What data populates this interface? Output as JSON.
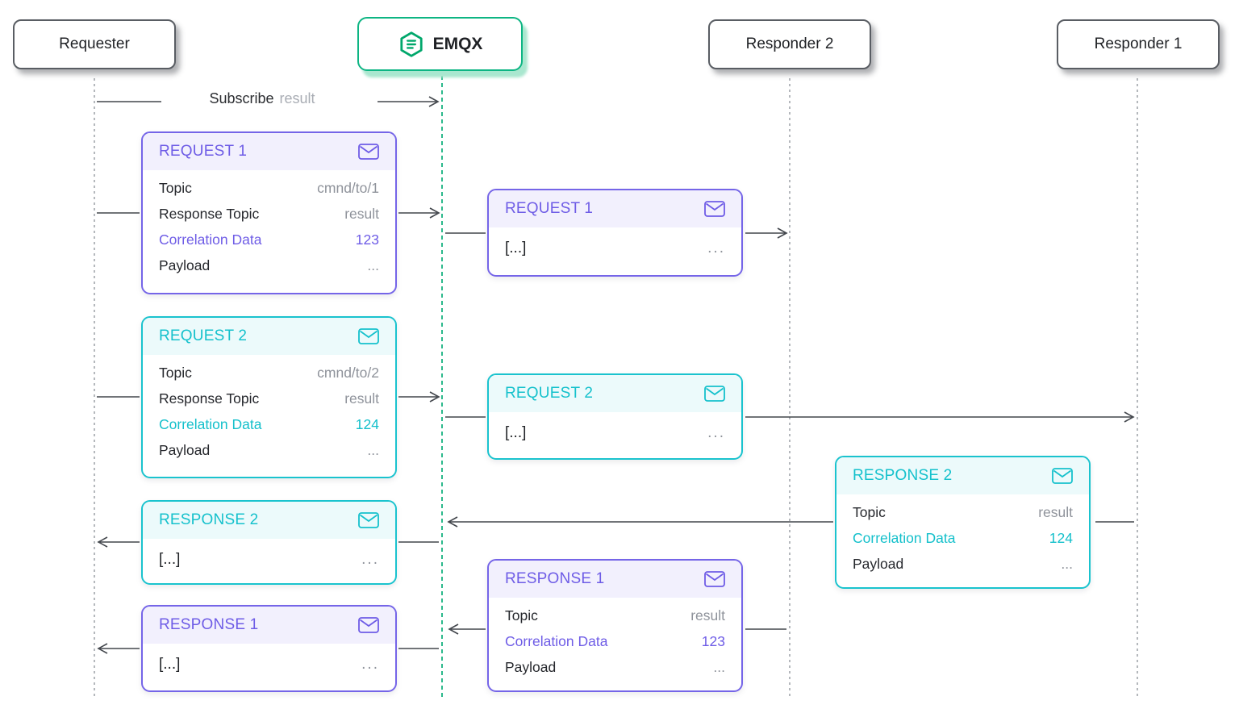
{
  "actors": {
    "requester": "Requester",
    "emqx": "EMQX",
    "responder2": "Responder 2",
    "responder1": "Responder 1"
  },
  "subscribe": {
    "action": "Subscribe",
    "topic": "result"
  },
  "cards": {
    "request1_full": {
      "title": "REQUEST 1",
      "rows": [
        {
          "label": "Topic",
          "value": "cmnd/to/1"
        },
        {
          "label": "Response Topic",
          "value": "result"
        },
        {
          "label": "Correlation Data",
          "value": "123"
        },
        {
          "label": "Payload",
          "value": "..."
        }
      ]
    },
    "request2_full": {
      "title": "REQUEST 2",
      "rows": [
        {
          "label": "Topic",
          "value": "cmnd/to/2"
        },
        {
          "label": "Response Topic",
          "value": "result"
        },
        {
          "label": "Correlation Data",
          "value": "124"
        },
        {
          "label": "Payload",
          "value": "..."
        }
      ]
    },
    "request1_mini": {
      "title": "REQUEST 1",
      "body": "[...]",
      "more": "..."
    },
    "request2_mini": {
      "title": "REQUEST 2",
      "body": "[...]",
      "more": "..."
    },
    "response2_mini": {
      "title": "RESPONSE 2",
      "body": "[...]",
      "more": "..."
    },
    "response1_mini": {
      "title": "RESPONSE 1",
      "body": "[...]",
      "more": "..."
    },
    "response2_full": {
      "title": "RESPONSE 2",
      "rows": [
        {
          "label": "Topic",
          "value": "result"
        },
        {
          "label": "Correlation Data",
          "value": "124"
        },
        {
          "label": "Payload",
          "value": "..."
        }
      ]
    },
    "response1_full": {
      "title": "RESPONSE 1",
      "rows": [
        {
          "label": "Topic",
          "value": "result"
        },
        {
          "label": "Correlation Data",
          "value": "123"
        },
        {
          "label": "Payload",
          "value": "..."
        }
      ]
    }
  },
  "colors": {
    "purple": "#6e5ce6",
    "teal": "#15c1cc",
    "emqx_green": "#00a76b",
    "line_gray": "#43474d"
  }
}
